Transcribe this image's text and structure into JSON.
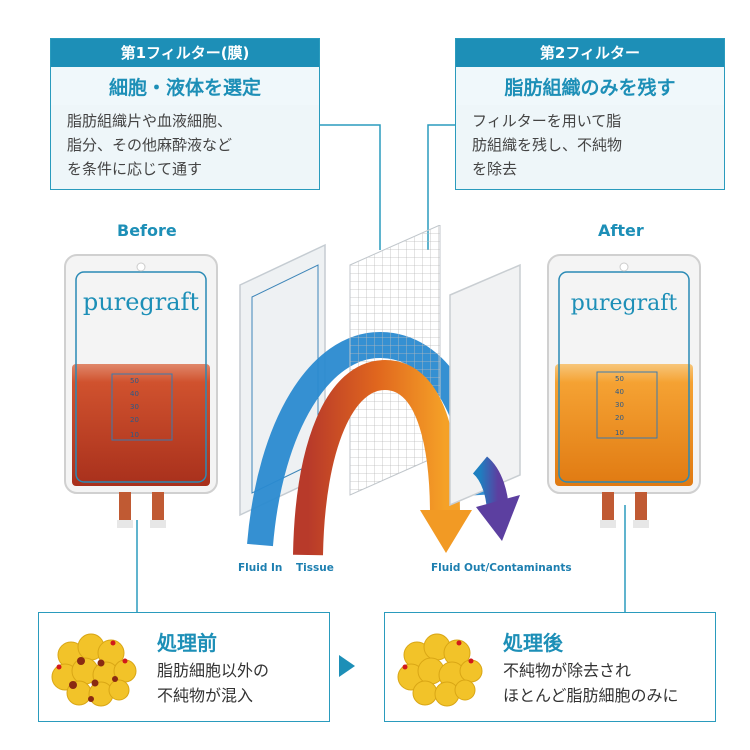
{
  "filter1": {
    "header": "第1フィルター(膜)",
    "subtitle": "細胞・液体を選定",
    "body": "脂肪組織片や血液細胞、\n脂分、その他麻酔液など\nを条件に応じて通す"
  },
  "filter2": {
    "header": "第2フィルター",
    "subtitle": "脂肪組織のみを残す",
    "body": "フィルターを用いて脂\n肪組織を残し、不純物\nを除去"
  },
  "labels": {
    "before": "Before",
    "after": "After"
  },
  "bags": {
    "brand": "puregraft",
    "scale": [
      "50",
      "40",
      "30",
      "20",
      "10"
    ]
  },
  "flow": {
    "fluid_in": "Fluid In",
    "tissue": "Tissue",
    "fluid_out": "Fluid Out/Contaminants"
  },
  "result_before": {
    "title": "処理前",
    "desc": "脂肪細胞以外の\n不純物が混入"
  },
  "result_after": {
    "title": "処理後",
    "desc": "不純物が除去され\nほとんど脂肪細胞のみに"
  },
  "colors": {
    "accent": "#1d8fb7",
    "before_fluid": "#c9442a",
    "after_fluid": "#f08a1c",
    "fluid_out": "#5c3fa0"
  }
}
